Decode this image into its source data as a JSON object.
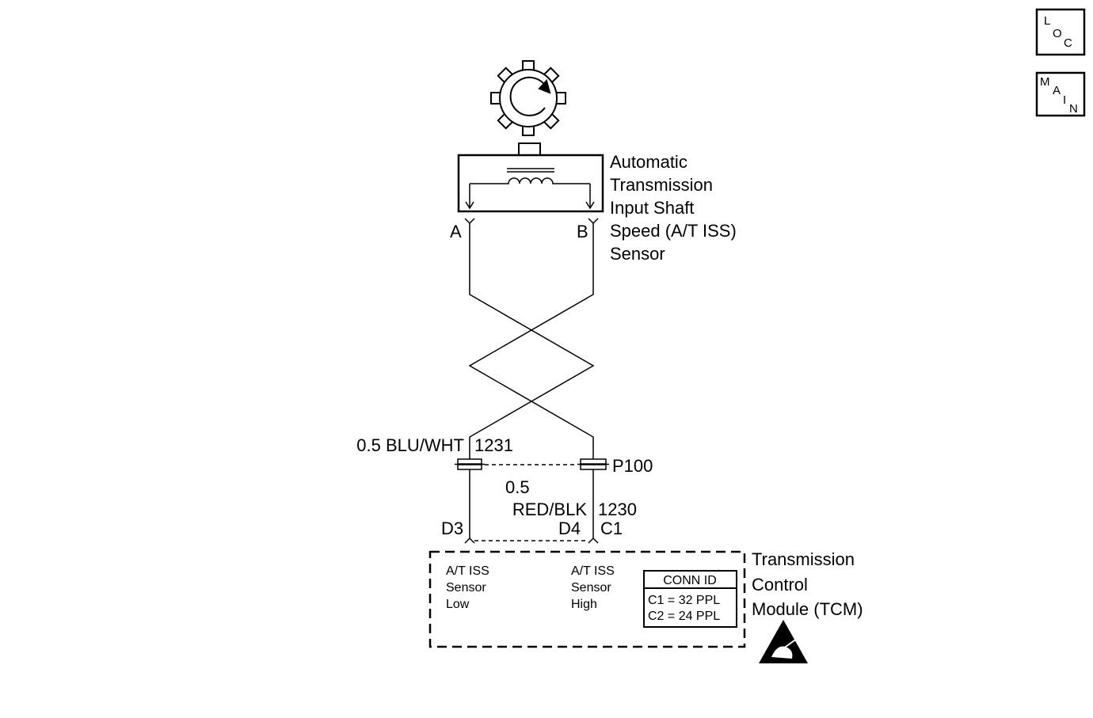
{
  "nav": {
    "loc": [
      "L",
      "O",
      "C"
    ],
    "main": [
      "M",
      "A",
      "I",
      "N"
    ]
  },
  "sensor": {
    "name_lines": [
      "Automatic",
      "Transmission",
      "Input Shaft",
      "Speed (A/T ISS)",
      "Sensor"
    ],
    "pin_a": "A",
    "pin_b": "B"
  },
  "wires": {
    "left_size_color": "0.5 BLU/WHT",
    "left_circuit": "1231",
    "right_size": "0.5",
    "right_color": "RED/BLK",
    "right_circuit": "1230",
    "connector": "P100"
  },
  "tcm": {
    "pin_left": "D3",
    "pin_right": "D4",
    "connector_right": "C1",
    "name_lines": [
      "Transmission",
      "Control",
      "Module (TCM)"
    ],
    "left_label_lines": [
      "A/T ISS",
      "Sensor",
      "Low"
    ],
    "right_label_lines": [
      "A/T ISS",
      "Sensor",
      "High"
    ],
    "conn_id": {
      "title": "CONN ID",
      "rows": [
        "C1 = 32 PPL",
        "C2 = 24 PPL"
      ]
    }
  }
}
